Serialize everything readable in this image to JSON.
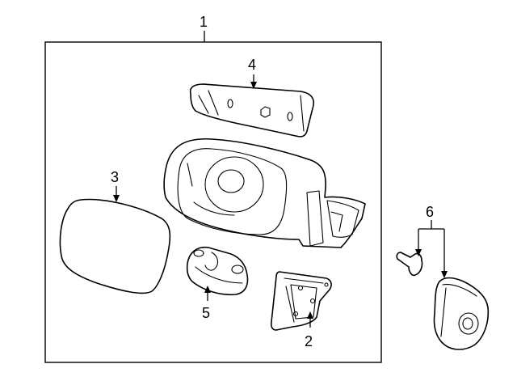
{
  "callouts": [
    {
      "id": "1",
      "label": "1"
    },
    {
      "id": "2",
      "label": "2"
    },
    {
      "id": "3",
      "label": "3"
    },
    {
      "id": "4",
      "label": "4"
    },
    {
      "id": "5",
      "label": "5"
    },
    {
      "id": "6",
      "label": "6"
    }
  ],
  "parts": [
    {
      "callout": "1",
      "icon": "mirror-assembly-icon"
    },
    {
      "callout": "2",
      "icon": "mount-bracket-icon"
    },
    {
      "callout": "3",
      "icon": "mirror-glass-icon"
    },
    {
      "callout": "4",
      "icon": "turn-signal-cover-icon"
    },
    {
      "callout": "5",
      "icon": "motor-icon"
    },
    {
      "callout": "6",
      "icon": "cover-and-bolt-icon"
    }
  ]
}
